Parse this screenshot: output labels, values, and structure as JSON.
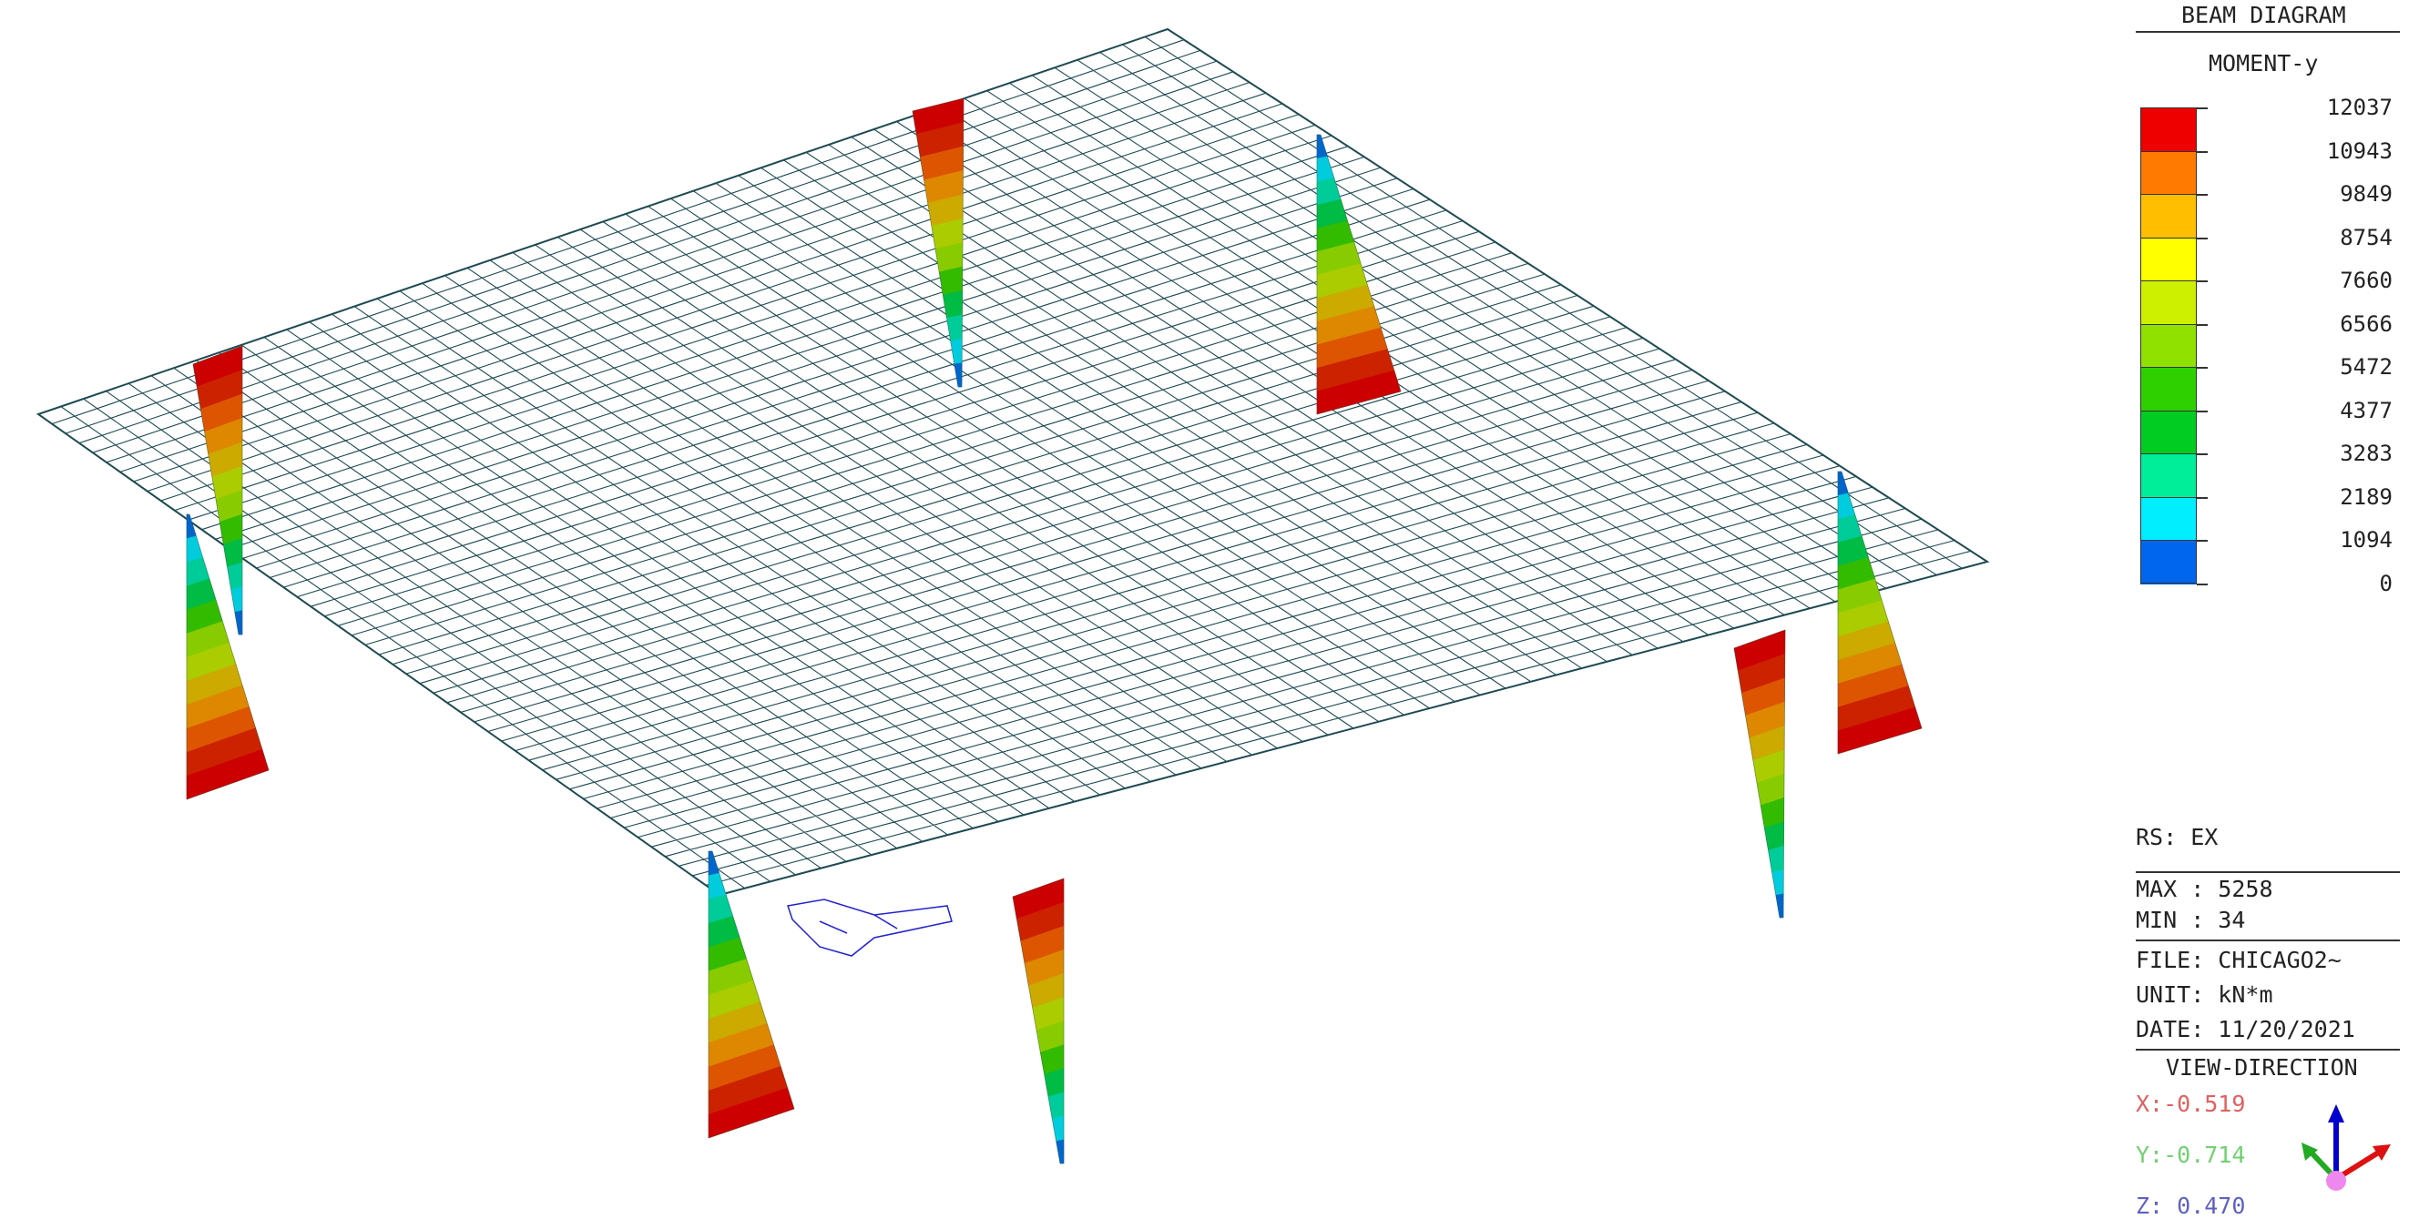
{
  "legend": {
    "title": "BEAM DIAGRAM",
    "component": "MOMENT-y",
    "levels": [
      {
        "label": "12037",
        "color": "#ee0000"
      },
      {
        "label": "10943",
        "color": "#ff7a00"
      },
      {
        "label": "9849",
        "color": "#ffbf00"
      },
      {
        "label": "8754",
        "color": "#ffff00"
      },
      {
        "label": "7660",
        "color": "#ccf000"
      },
      {
        "label": "6566",
        "color": "#90e000"
      },
      {
        "label": "5472",
        "color": "#2fd000"
      },
      {
        "label": "4377",
        "color": "#00cc22"
      },
      {
        "label": "3283",
        "color": "#00ee99"
      },
      {
        "label": "2189",
        "color": "#00eeff"
      },
      {
        "label": "1094",
        "color": "#0066ee"
      },
      {
        "label": "0",
        "color": null
      }
    ]
  },
  "info": {
    "rs": "RS: EX",
    "max": "MAX : 5258",
    "min": "MIN : 34",
    "file": "FILE: CHICAGO2~",
    "unit": "UNIT: kN*m",
    "date": "DATE: 11/20/2021"
  },
  "view_direction": {
    "title": "VIEW-DIRECTION",
    "x": "X:-0.519",
    "y": "Y:-0.714",
    "z": "Z: 0.470",
    "x_color": "#e06060",
    "y_color": "#70d070",
    "z_color": "#6060c0"
  },
  "model": {
    "slab_line_color": "#1e4a52",
    "slab_grid_divisions": 50,
    "diagram_colors_bottom_to_top": [
      "#cc0000",
      "#cc2200",
      "#dd5500",
      "#dd8800",
      "#ccaa00",
      "#aacc00",
      "#88cc00",
      "#33bb00",
      "#00bb44",
      "#00cc99",
      "#00ccdd",
      "#0066cc"
    ]
  }
}
